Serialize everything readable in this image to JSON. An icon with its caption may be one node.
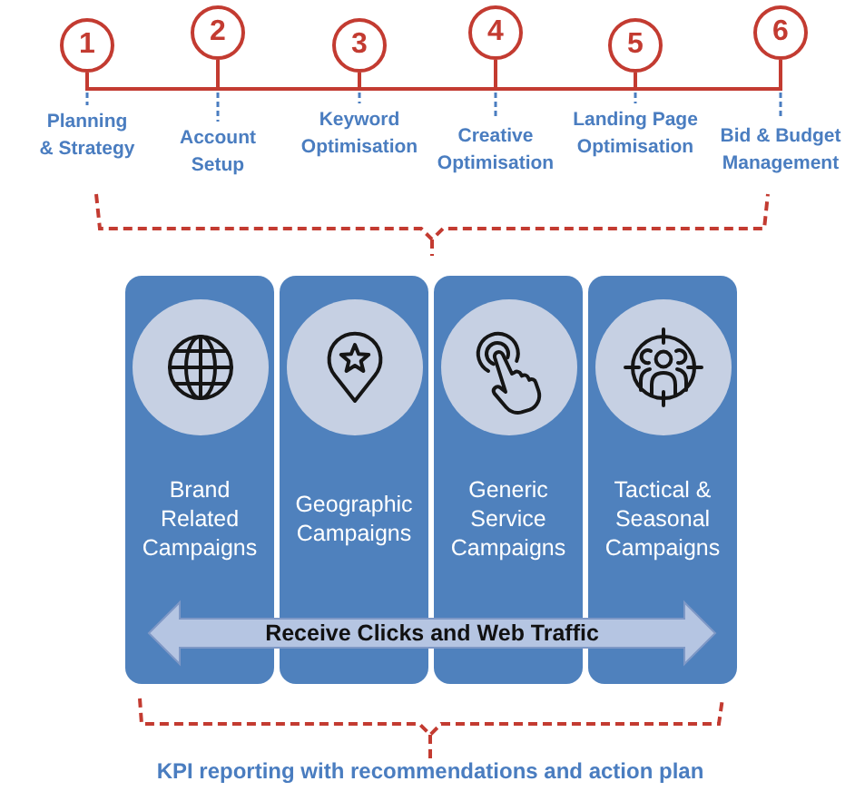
{
  "diagram": {
    "nodes": [
      {
        "text": [
          "1"
        ],
        "beside": [
          "Planning & Strategy"
        ]
      },
      {
        "text": [
          "2"
        ],
        "beside": [
          "Account Setup"
        ]
      },
      {
        "text": [
          "3"
        ],
        "beside": [
          "Keyword Optimisation"
        ]
      },
      {
        "text": [
          "4"
        ],
        "beside": [
          "Creative Optimisation"
        ]
      },
      {
        "text": [
          "5"
        ],
        "beside": [
          "Landing Page Optimisation"
        ]
      },
      {
        "text": [
          "6"
        ],
        "beside": [
          "Bid & Budget Management"
        ]
      },
      {
        "text": [
          "Brand Related Campaigns"
        ]
      },
      {
        "text": [
          "Geographic Campaigns"
        ]
      },
      {
        "text": [
          "Generic Service Campaigns"
        ]
      },
      {
        "text": [
          "Tactical & Seasonal Campaigns"
        ]
      },
      {
        "text": [
          "Receive Clicks and Web Traffic"
        ]
      }
    ],
    "edges": [
      {
        "from": 0,
        "to": 1,
        "arrow": "none"
      },
      {
        "from": 1,
        "to": 2,
        "arrow": "none"
      },
      {
        "from": 2,
        "to": 3,
        "arrow": "none"
      },
      {
        "from": 3,
        "to": 4,
        "arrow": "none"
      },
      {
        "from": 4,
        "to": 5,
        "arrow": "none"
      }
    ],
    "labels": [
      "KPI reporting with recommendations and action plan"
    ]
  }
}
